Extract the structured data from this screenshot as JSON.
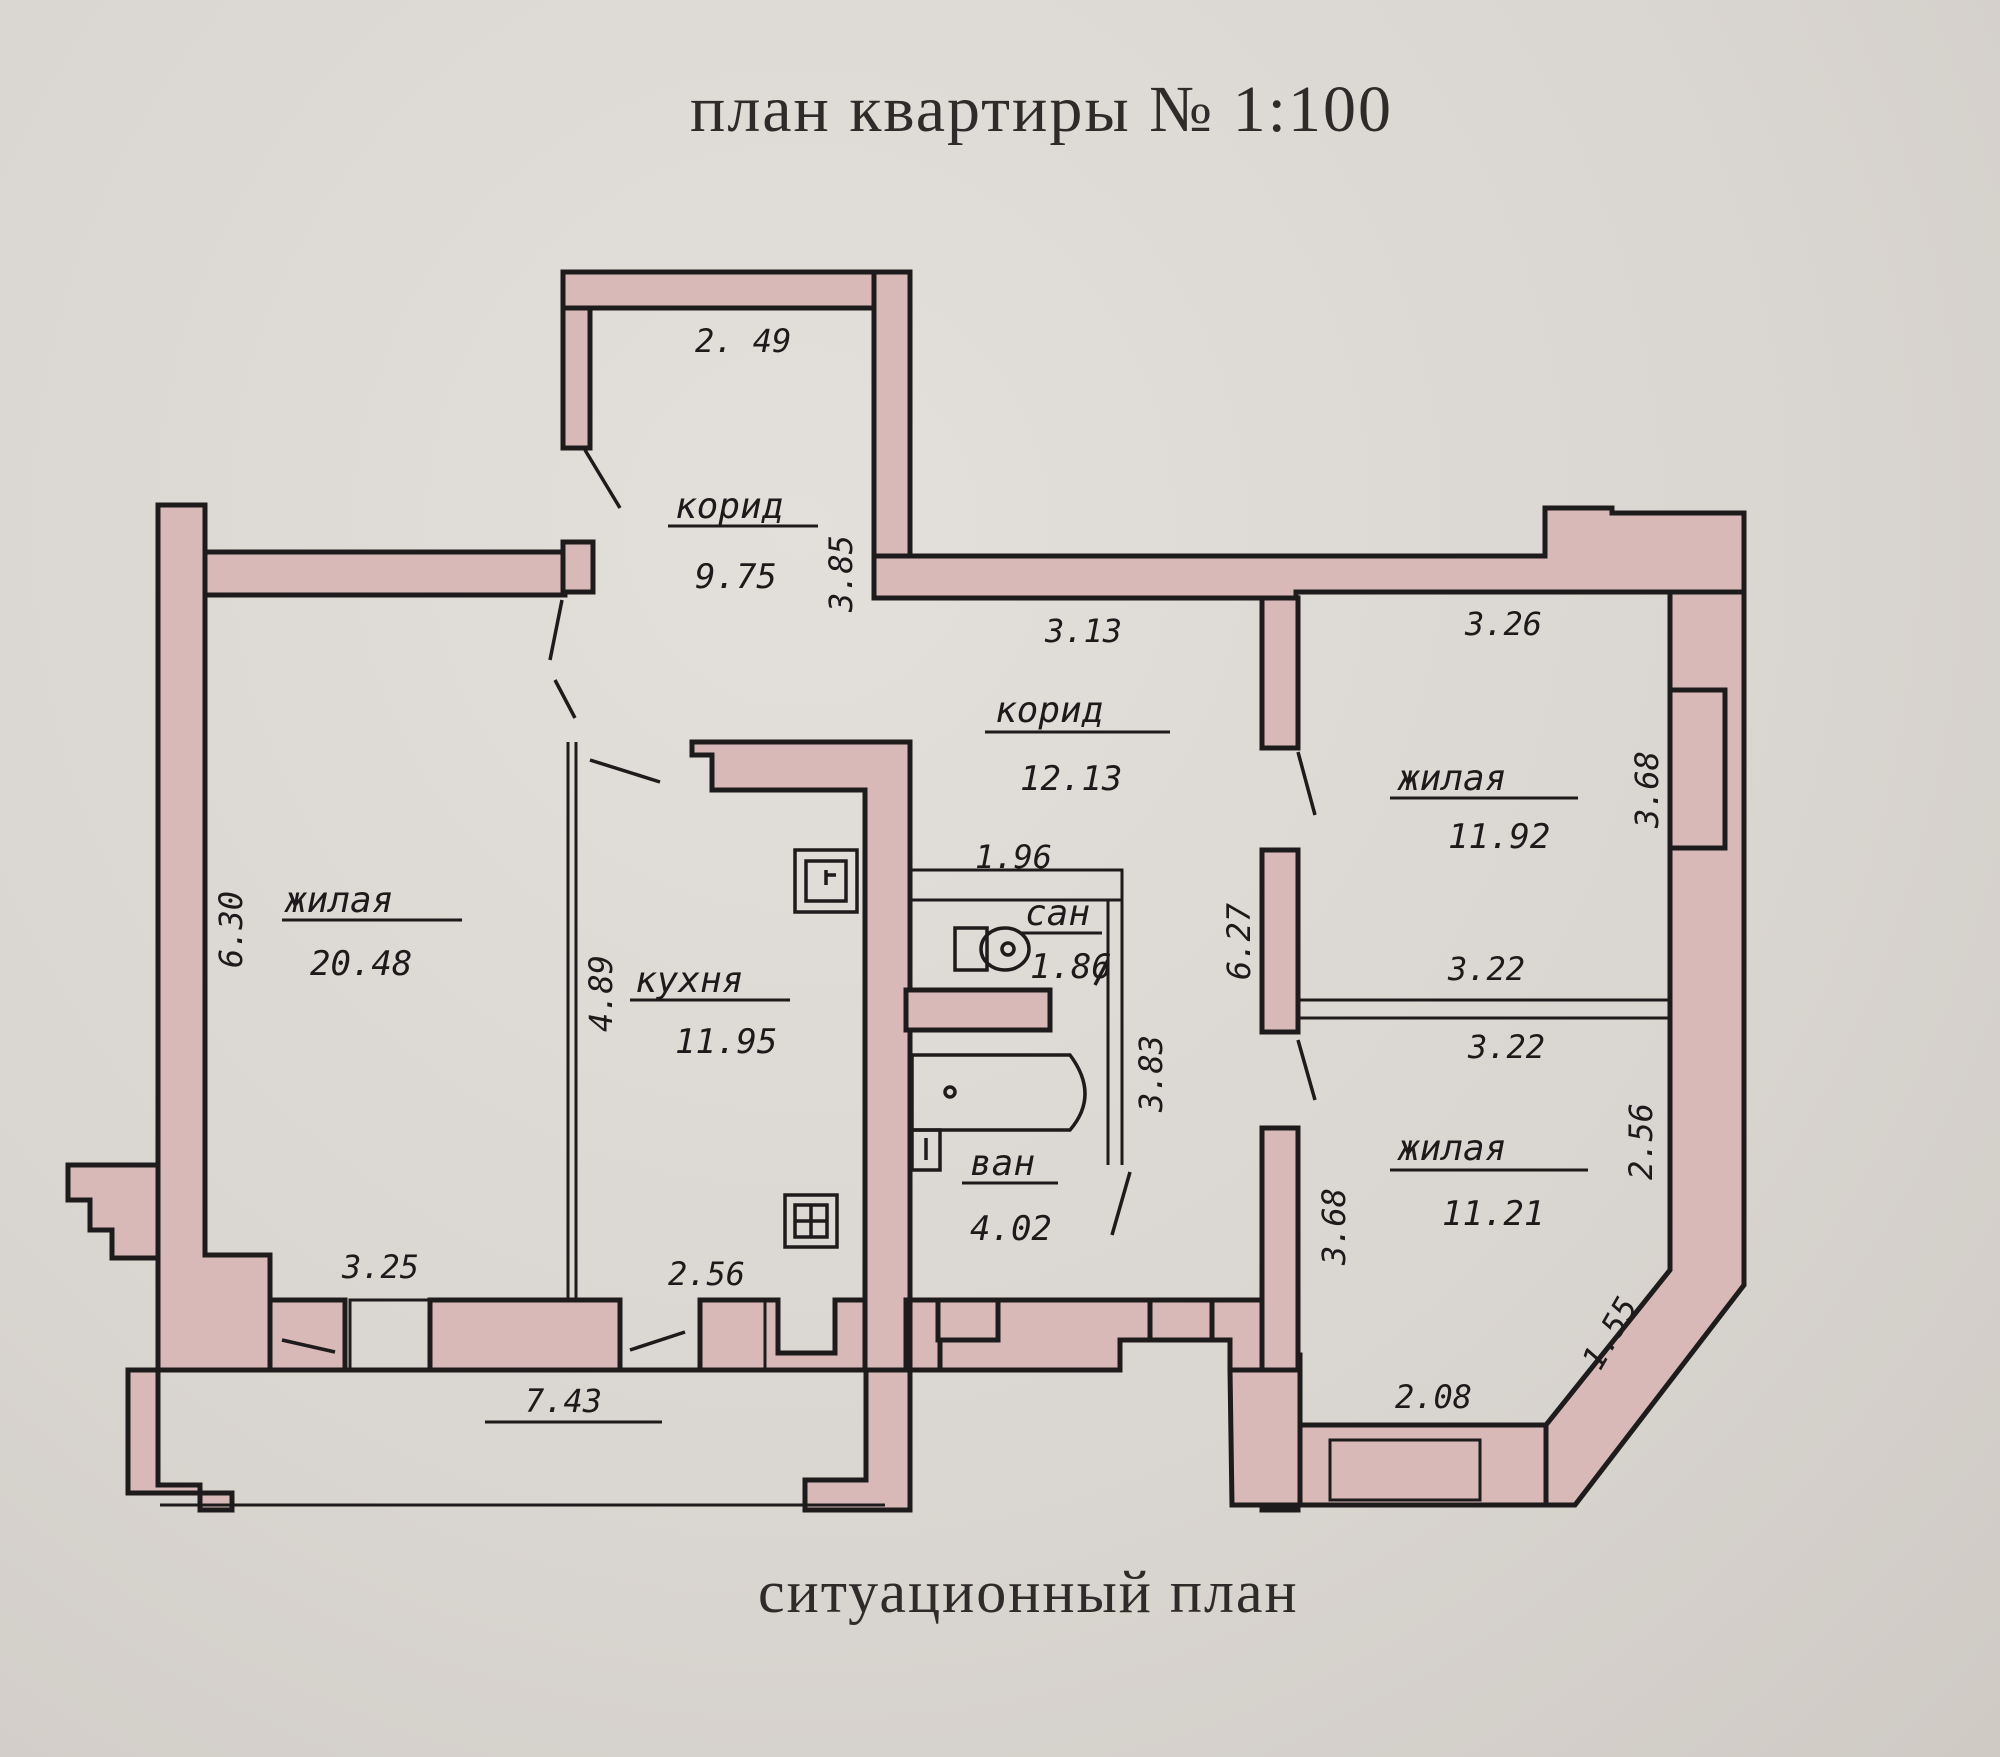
{
  "header": {
    "title": "план квартиры № 1:100"
  },
  "footer": {
    "caption": "ситуационный план"
  },
  "rooms": {
    "corridor_top": {
      "name": "корид",
      "area": "9.75"
    },
    "corridor_main": {
      "name": "корид",
      "area": "12.13"
    },
    "living_left": {
      "name": "жилая",
      "area": "20.48"
    },
    "kitchen": {
      "name": "кухня",
      "area": "11.95"
    },
    "wc": {
      "name": "сан",
      "area": "1.86"
    },
    "bath": {
      "name": "ван",
      "area": "4.02"
    },
    "living_top_right": {
      "name": "жилая",
      "area": "11.92"
    },
    "living_bottom_right": {
      "name": "жилая",
      "area": "11.21"
    }
  },
  "dimensions": {
    "corridor_top_width": "2. 49",
    "corridor_top_height": "3.85",
    "corridor_main_width": "3.13",
    "corridor_main_length": "6.27",
    "living_left_height": "6.30",
    "living_left_width": "3.25",
    "kitchen_height": "4.89",
    "kitchen_width": "2.56",
    "balcony_length": "7.43",
    "wc_width": "1.96",
    "bath_height": "3.83",
    "top_right_width": "3.26",
    "top_right_height": "3.68",
    "top_right_bottom_width": "3.22",
    "bottom_right_top_width": "3.22",
    "bottom_right_height_left": "3.68",
    "bottom_right_height_right": "2.56",
    "bottom_right_bevel": "1.55",
    "bottom_right_bottom_width": "2.08"
  },
  "colors": {
    "wall_fill": "#d8b9b8",
    "ink": "#1e1b1c",
    "paper": "#dcd8d3"
  }
}
